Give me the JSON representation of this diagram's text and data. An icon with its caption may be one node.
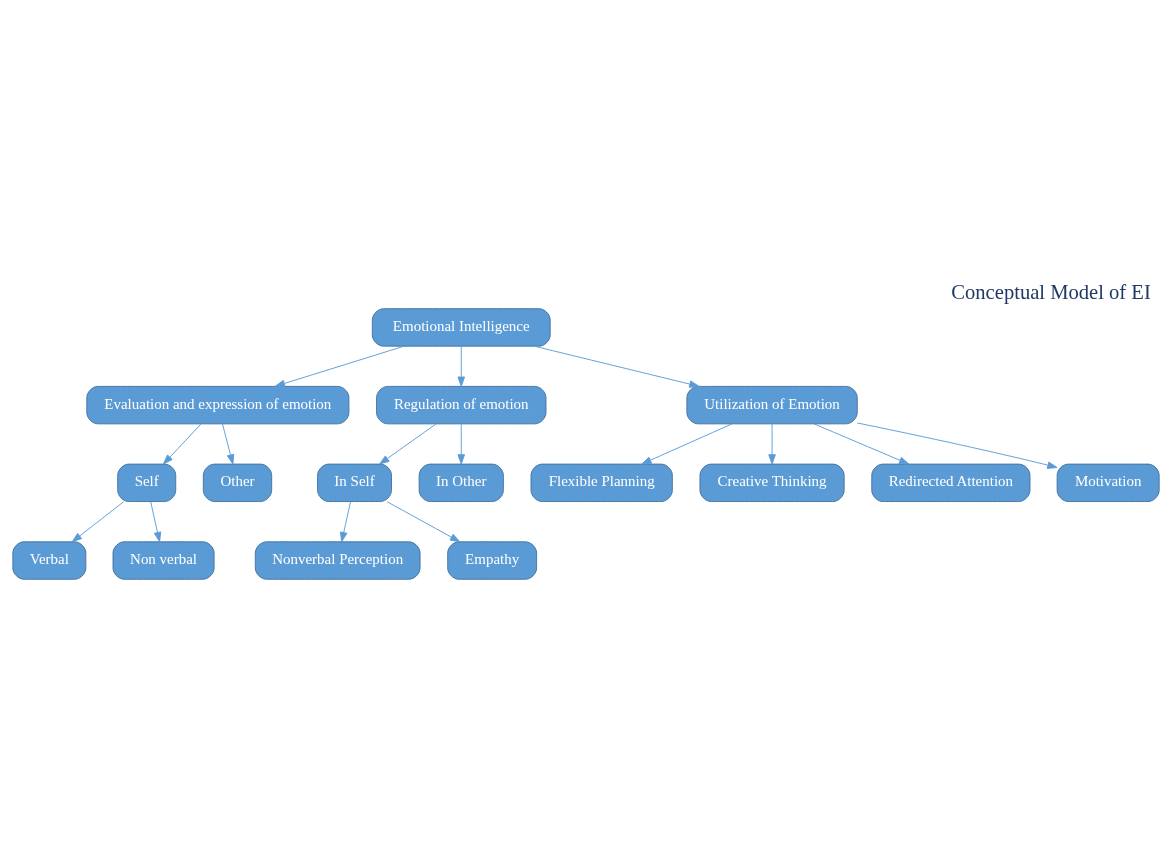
{
  "diagram": {
    "title": "Conceptual Model of EI",
    "nodes": [
      {
        "text": [
          "Emotional Intelligence"
        ]
      },
      {
        "text": [
          "Evaluation and expression of emotion"
        ]
      },
      {
        "text": [
          "Regulation of emotion"
        ]
      },
      {
        "text": [
          "Utilization of Emotion"
        ]
      },
      {
        "text": [
          "Self"
        ]
      },
      {
        "text": [
          "Other"
        ]
      },
      {
        "text": [
          "In Self"
        ]
      },
      {
        "text": [
          "In Other"
        ]
      },
      {
        "text": [
          "Verbal"
        ]
      },
      {
        "text": [
          "Non verbal"
        ]
      },
      {
        "text": [
          "Nonverbal Perception"
        ]
      },
      {
        "text": [
          "Empathy"
        ]
      },
      {
        "text": [
          "Flexible Planning"
        ]
      },
      {
        "text": [
          "Creative Thinking"
        ]
      },
      {
        "text": [
          "Redirected Attention"
        ]
      },
      {
        "text": [
          "Motivation"
        ]
      }
    ],
    "edges": [
      {
        "from": 0,
        "to": 1,
        "arrow": "to"
      },
      {
        "from": 0,
        "to": 2,
        "arrow": "to"
      },
      {
        "from": 0,
        "to": 3,
        "arrow": "to"
      },
      {
        "from": 1,
        "to": 4,
        "arrow": "to"
      },
      {
        "from": 1,
        "to": 5,
        "arrow": "to"
      },
      {
        "from": 2,
        "to": 6,
        "arrow": "to"
      },
      {
        "from": 2,
        "to": 7,
        "arrow": "to"
      },
      {
        "from": 4,
        "to": 8,
        "arrow": "to"
      },
      {
        "from": 4,
        "to": 9,
        "arrow": "to"
      },
      {
        "from": 6,
        "to": 10,
        "arrow": "to"
      },
      {
        "from": 6,
        "to": 11,
        "arrow": "to"
      },
      {
        "from": 3,
        "to": 12,
        "arrow": "to"
      },
      {
        "from": 3,
        "to": 13,
        "arrow": "to"
      },
      {
        "from": 3,
        "to": 14,
        "arrow": "to"
      },
      {
        "from": 3,
        "to": 15,
        "arrow": "to"
      }
    ]
  }
}
